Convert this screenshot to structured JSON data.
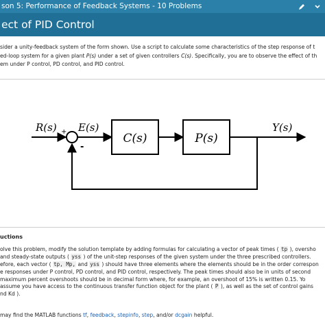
{
  "header": {
    "lesson_title": "son 5: Performance of Feedback Systems - 10 Problems",
    "edit_icon": "pencil-icon",
    "menu_icon": "chevron-down-icon"
  },
  "title": "ect of PID Control",
  "description": {
    "l1": "sider a unity-feedback system of the form shown. Use a script to calculate some characteristics of the step response of t",
    "l2a": "ed-loop system for a given plant ",
    "l2b": "P(s)",
    "l2c": " under a set of given controllers ",
    "l2d": "C(s)",
    "l2e": ". Specifically, you are to observe the effect of th",
    "l3": "em under P control, PD control, and PID control."
  },
  "diagram": {
    "input": "R(s)",
    "plus": "+",
    "error": "E(s)",
    "minus": "-",
    "controller": "C(s)",
    "plant": "P(s)",
    "output": "Y(s)"
  },
  "instructions": {
    "heading": "uctions",
    "l1": "olve this problem, modify the solution template by adding formulas for calculating a vector of peak times ( ",
    "l1c": "tp",
    "l1b": " ), oversho",
    "l2a": " and steady-state outputs ( ",
    "l2c": "yss",
    "l2b": " ) of the unit-step responses of the given system under the three prescribed controllers.",
    "l3a": "efore, each vector ( ",
    "l3c": "tp, Mp,",
    "l3b": " and ",
    "l3d": "yss",
    "l3e": " ) should have three elements where the elements should be in the order correspon",
    "l4": "e responses under P control, PD control, and PID control, respectively. The peak times should also be in units of second",
    "l5": " maximum percent overshoots should be in decimal form where, for example, an overshoot of 15% is written 0.15. Yo",
    "l6a": "assume you have access to the continuous transfer function object for the plant ( ",
    "l6c": "P",
    "l6b": " ), as well as the set of control gains",
    "l7": "nd Kd )."
  },
  "hint": {
    "prefix": "may find the MATLAB functions ",
    "f1": "tf",
    "s1": ", ",
    "f2": "feedback",
    "s2": ", ",
    "f3": "stepinfo",
    "s3": ", ",
    "f4": "step",
    "s4": ", and/or ",
    "f5": "dcgain",
    "suffix": " helpful."
  }
}
